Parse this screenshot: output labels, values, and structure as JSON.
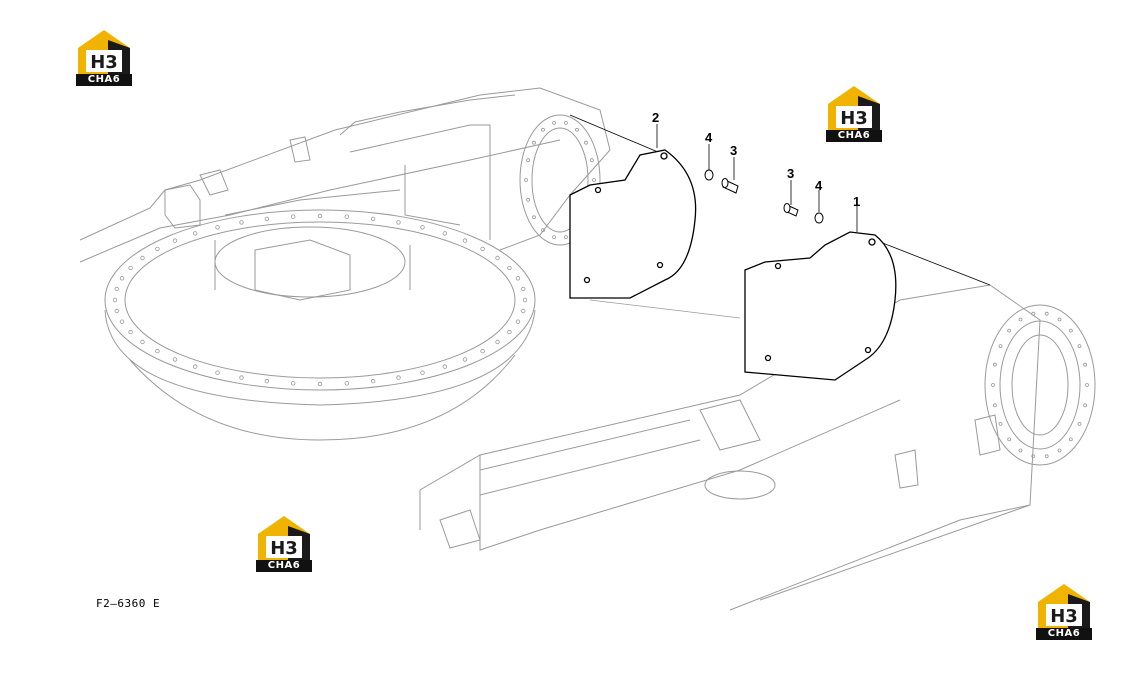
{
  "figure": {
    "code": "F2–6360 E"
  },
  "callouts": [
    {
      "id": "c2",
      "label": "2"
    },
    {
      "id": "c4a",
      "label": "4"
    },
    {
      "id": "c3a",
      "label": "3"
    },
    {
      "id": "c3b",
      "label": "3"
    },
    {
      "id": "c4b",
      "label": "4"
    },
    {
      "id": "c1",
      "label": "1"
    }
  ],
  "watermark": {
    "logo_letters": "H3",
    "logo_text": "CHA6",
    "accent_color": "#f0b400",
    "dark_color": "#1a1a1a"
  },
  "line_color": "#9a9a9a",
  "part_color": "#000000"
}
